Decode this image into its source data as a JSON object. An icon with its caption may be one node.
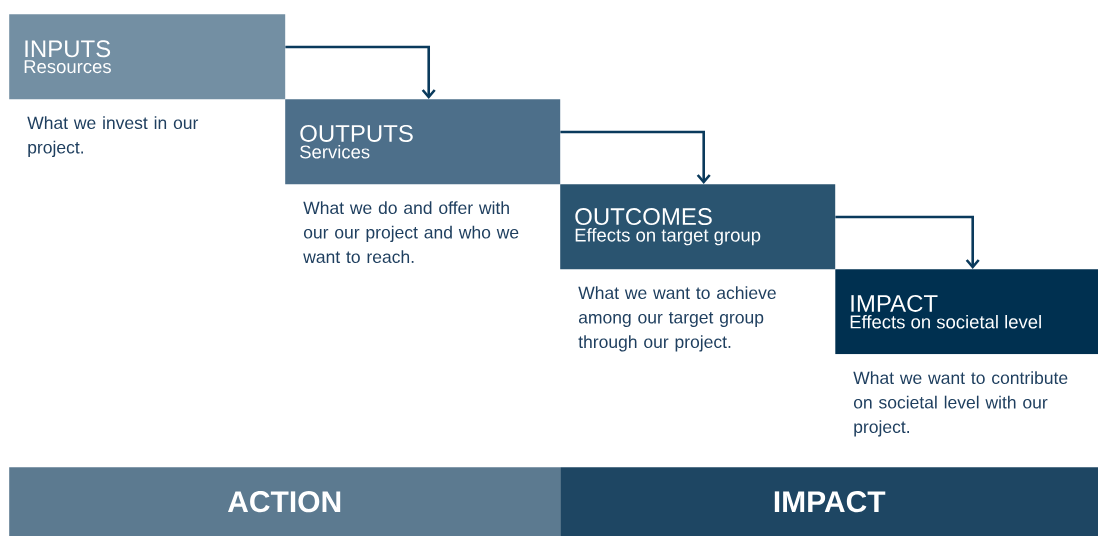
{
  "diagram": {
    "nodes": [
      {
        "text": [
          "INPUTS",
          "Resources"
        ],
        "beside": [
          "What we invest in our project."
        ]
      },
      {
        "text": [
          "OUTPUTS",
          "Services"
        ],
        "beside": [
          "What we do and offer with our our project and who we want to reach."
        ]
      },
      {
        "text": [
          "OUTCOMES",
          "Effects on target group"
        ],
        "beside": [
          "What we want to achieve among our target group through our project."
        ]
      },
      {
        "text": [
          "IMPACT",
          "Effects on societal level"
        ],
        "beside": [
          "What we want to contribute on societal level with our project."
        ]
      },
      {
        "text": [
          "ACTION"
        ]
      },
      {
        "text": [
          "IMPACT"
        ]
      }
    ],
    "edges": [
      {
        "from": 0,
        "to": 1,
        "arrow": "to"
      },
      {
        "from": 1,
        "to": 2,
        "arrow": "to"
      },
      {
        "from": 2,
        "to": 3,
        "arrow": "to"
      }
    ]
  }
}
